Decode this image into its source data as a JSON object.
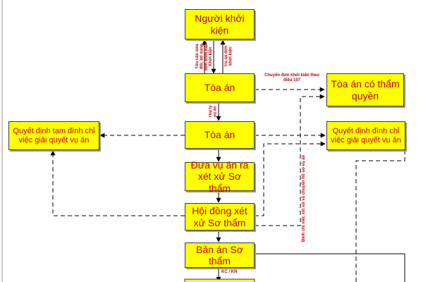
{
  "colors": {
    "box_fill": "#ffff00",
    "text": "#c00000",
    "line": "#000000"
  },
  "nodes": {
    "nguoi_khoi_kien": "Người khởi kiện",
    "toa_an_1": "Tòa án",
    "toa_an_co_tham_quyen": "Tòa án có thẩm quyền",
    "toa_an_2": "Tòa án",
    "qd_tam_dinh_chi": "Quyết định tạm đình chỉ việc giải quyết vụ án",
    "qd_dinh_chi": "Quyết định đình chỉ việc giải quyết vụ án",
    "dua_vu_an": "Đưa vụ án ra xét xử Sơ thẩm",
    "hoi_dong": "Hội đồng xét xử Sơ thẩm",
    "ban_an": "Bản án Sơ thẩm"
  },
  "edge_labels": {
    "yeu_cau_sua_doi": "Yêu cầu sửa đổi, bổ sung đơn khởi kiện",
    "khoi_kien": "Khởi kiện",
    "tra_lai_don": "Trả lại đơn khởi kiện",
    "chuyen_don": "Chuyển đơn khởi kiện theo điều 107",
    "thu_ly": "Thụ lý vụ án",
    "dinh_chi_chuyen_ho_so": "Đình chỉ việc xét xử và chuyển hồ sơ vụ án",
    "kc_kn": "KC / KN"
  }
}
